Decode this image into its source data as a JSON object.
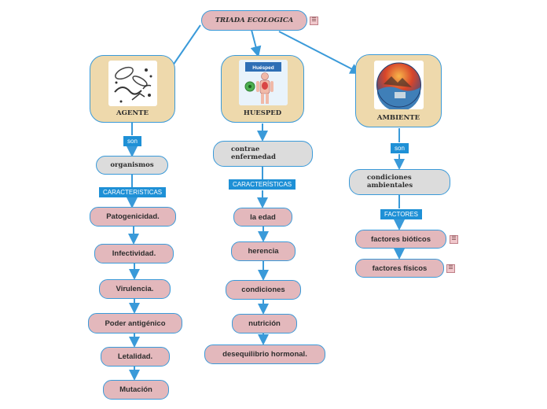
{
  "title": "TRIADA ECOLOGICA",
  "agente": {
    "label": "AGENTE",
    "link": "son",
    "item": "organismos",
    "category": "CARACTERISTICAS",
    "characteristics": [
      "Patogenicidad.",
      "Infectividad.",
      "Virulencia.",
      "Poder antigénico",
      "Letalidad.",
      "Mutación"
    ]
  },
  "huesped": {
    "label": "HUESPED",
    "image_text": "Huésped",
    "item": "contrae\nenfermedad",
    "category": "CARACTERÍSTICAS",
    "characteristics": [
      "la edad",
      "herencia",
      "condiciones",
      "nutrición",
      "desequilibrio hormonal."
    ]
  },
  "ambiente": {
    "label": "AMBIENTE",
    "link": "son",
    "item": "condiciones\nambientales",
    "category": "FACTORES",
    "factors": [
      "factores bióticos",
      "factores físicos"
    ]
  },
  "menu_icon_glyph": "☰",
  "colors": {
    "accent": "#1e90d6",
    "pink": "#e3b8bc",
    "grey": "#dcdcdc",
    "beige": "#eed9ac",
    "line": "#3a9ad9"
  }
}
